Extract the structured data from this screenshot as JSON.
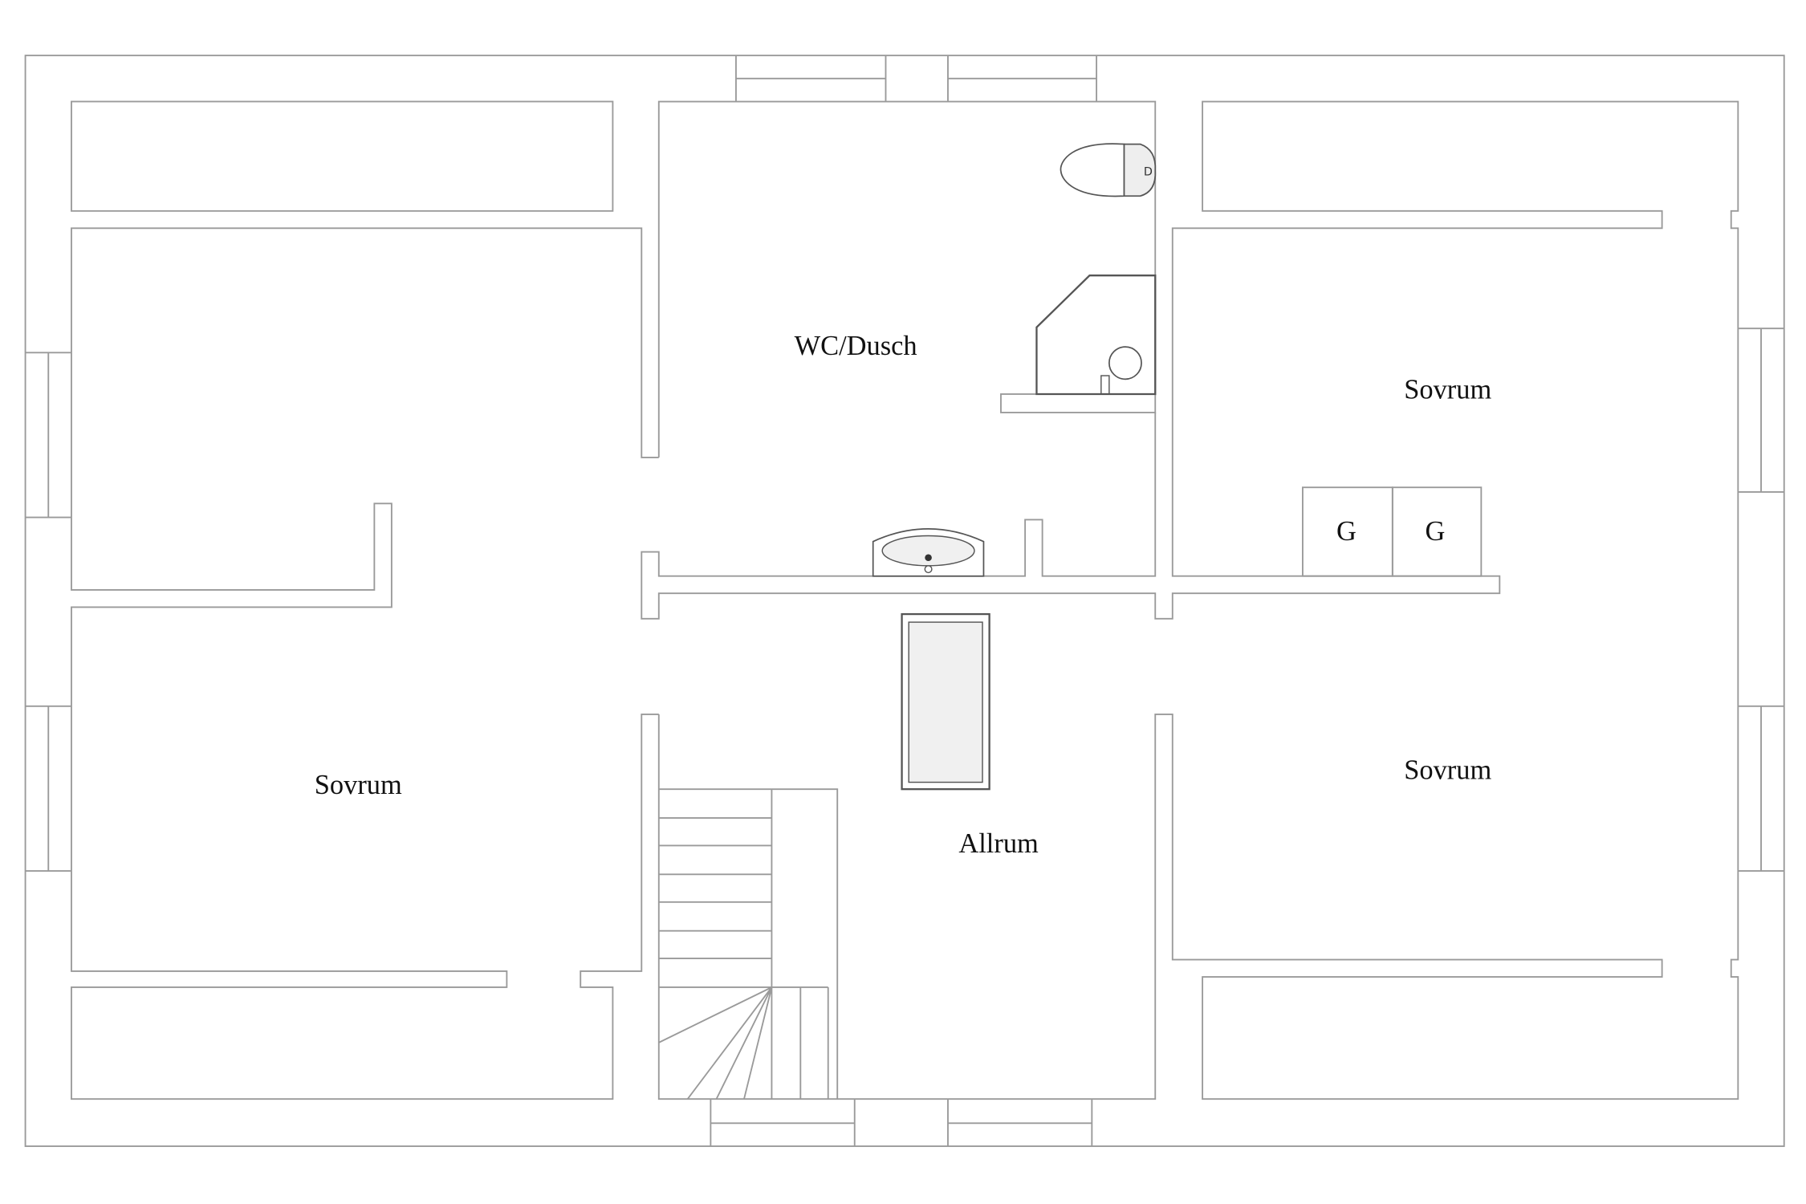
{
  "rooms": {
    "wc": "WC/Dusch",
    "bedroom_top_right": "Sovrum",
    "bedroom_left": "Sovrum",
    "living": "Allrum",
    "bedroom_bottom_right": "Sovrum",
    "closet_1": "G",
    "closet_2": "G"
  },
  "colors": {
    "wall": "#9a9a9a",
    "fixture": "#555555",
    "fill": "#f0f0f0"
  }
}
